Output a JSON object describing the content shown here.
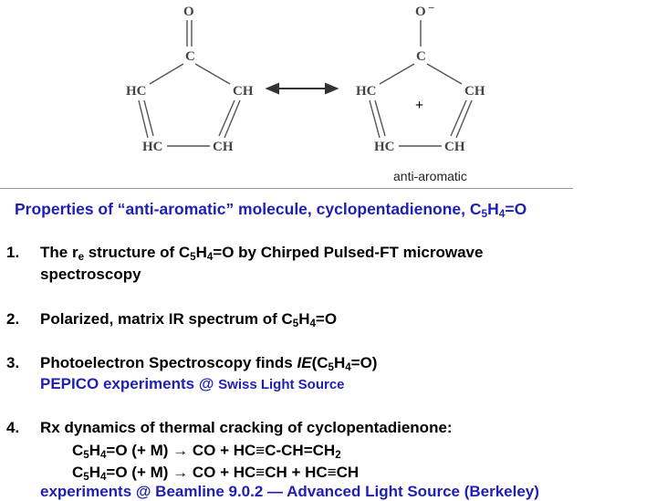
{
  "diagram": {
    "left": {
      "o": "O",
      "c": "C",
      "hc_top": "HC",
      "ch_top": "CH",
      "hc_bot": "HC",
      "ch_bot": "CH"
    },
    "right": {
      "o": "O",
      "minus": "−",
      "c": "C",
      "hc_top": "HC",
      "ch_top": "CH",
      "hc_bot": "HC",
      "ch_bot": "CH",
      "plus": "+"
    },
    "label": "anti-aromatic"
  },
  "caption": {
    "text": "Properties of “anti-aromatic” molecule, cyclopentadienone, C",
    "sub1": "5",
    "h": "H",
    "sub2": "4",
    "tail": "=O"
  },
  "items": {
    "i1": {
      "num": "1.",
      "a": "The r",
      "sub_e": "e",
      "b": " structure of C",
      "s5": "5",
      "h": "H",
      "s4": "4",
      "c": "=O by Chirped Pulsed-FT microwave",
      "line2": "spectroscopy"
    },
    "i2": {
      "num": "2.",
      "a": "Polarized, matrix IR spectrum of C",
      "s5": "5",
      "h": "H",
      "s4": "4",
      "c": "=O"
    },
    "i3": {
      "num": "3.",
      "a": "Photoelectron Spectroscopy finds ",
      "ie": "IE",
      "b": "(C",
      "s5": "5",
      "h": "H",
      "s4": "4",
      "c": "=O)",
      "line2a": "PEPICO experiments @ ",
      "line2b": "Swiss Light Source"
    },
    "i4": {
      "num": "4.",
      "a": "Rx dynamics of thermal cracking of cyclopentadienone:",
      "eq1": {
        "a": "C",
        "s5": "5",
        "h": "H",
        "s4": "4",
        "b": "=O (+ M) → CO + HC≡C-CH=CH",
        "s2": "2"
      },
      "eq2": {
        "a": "C",
        "s5": "5",
        "h": "H",
        "s4": "4",
        "b": "=O (+ M) → CO + HC≡CH + HC≡CH"
      },
      "line4": "experiments @ Beamline 9.0.2 — Advanced Light Source (Berkeley)"
    }
  }
}
